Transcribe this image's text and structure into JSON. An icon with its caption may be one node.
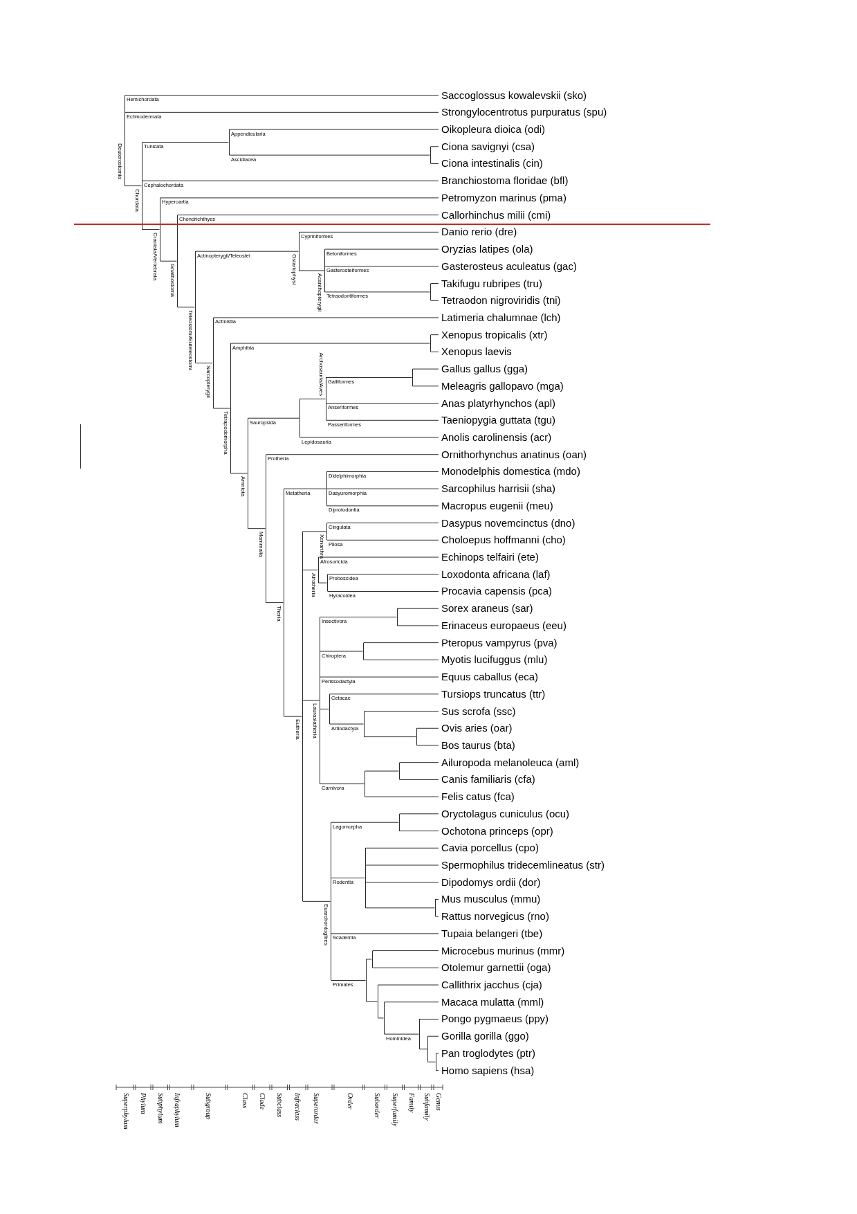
{
  "diagram": {
    "nodes": [
      {
        "text": [
          "Saccoglossus kowalevskii (sko)"
        ]
      },
      {
        "text": [
          "Strongylocentrotus purpuratus (spu)"
        ]
      },
      {
        "text": [
          "Oikopleura dioica (odi)"
        ]
      },
      {
        "text": [
          "Ciona savignyi (csa)"
        ]
      },
      {
        "text": [
          "Ciona intestinalis (cin)"
        ]
      },
      {
        "text": [
          "Branchiostoma floridae (bfl)"
        ]
      },
      {
        "text": [
          "Petromyzon marinus (pma)"
        ]
      },
      {
        "text": [
          "Callorhinchus milii (cmi)"
        ]
      },
      {
        "text": [
          "Danio rerio (dre)"
        ]
      },
      {
        "text": [
          "Oryzias latipes (ola)"
        ]
      },
      {
        "text": [
          "Gasterosteus aculeatus (gac)"
        ]
      },
      {
        "text": [
          "Takifugu rubripes (tru)"
        ]
      },
      {
        "text": [
          "Tetraodon nigroviridis (tni)"
        ]
      },
      {
        "text": [
          "Latimeria chalumnae (lch)"
        ]
      },
      {
        "text": [
          "Xenopus tropicalis (xtr)"
        ]
      },
      {
        "text": [
          "Xenopus laevis"
        ]
      },
      {
        "text": [
          "Gallus gallus (gga)"
        ]
      },
      {
        "text": [
          "Meleagris gallopavo (mga)"
        ]
      },
      {
        "text": [
          "Anas platyrhynchos (apl)"
        ]
      },
      {
        "text": [
          "Taeniopygia guttata (tgu)"
        ]
      },
      {
        "text": [
          "Anolis carolinensis (acr)"
        ]
      },
      {
        "text": [
          "Ornithorhynchus anatinus (oan)"
        ]
      },
      {
        "text": [
          "Monodelphis domestica (mdo)"
        ]
      },
      {
        "text": [
          "Sarcophilus harrisii (sha)"
        ]
      },
      {
        "text": [
          "Macropus eugenii (meu)"
        ]
      },
      {
        "text": [
          "Dasypus novemcinctus (dno)"
        ]
      },
      {
        "text": [
          "Choloepus hoffmanni (cho)"
        ]
      },
      {
        "text": [
          "Echinops telfairi (ete)"
        ]
      },
      {
        "text": [
          "Loxodonta africana (laf)"
        ]
      },
      {
        "text": [
          "Procavia capensis (pca)"
        ]
      },
      {
        "text": [
          "Sorex araneus (sar)"
        ]
      },
      {
        "text": [
          "Erinaceus europaeus (eeu)"
        ]
      },
      {
        "text": [
          "Pteropus vampyrus (pva)"
        ]
      },
      {
        "text": [
          "Myotis lucifuggus (mlu)"
        ]
      },
      {
        "text": [
          "Equus caballus (eca)"
        ]
      },
      {
        "text": [
          "Tursiops truncatus (ttr)"
        ]
      },
      {
        "text": [
          "Sus scrofa (ssc)"
        ]
      },
      {
        "text": [
          "Ovis aries (oar)"
        ]
      },
      {
        "text": [
          "Bos taurus (bta)"
        ]
      },
      {
        "text": [
          "Ailuropoda melanoleuca (aml)"
        ]
      },
      {
        "text": [
          "Canis familiaris (cfa)"
        ]
      },
      {
        "text": [
          "Felis catus (fca)"
        ]
      },
      {
        "text": [
          "Oryctolagus cuniculus (ocu)"
        ]
      },
      {
        "text": [
          "Ochotona princeps (opr)"
        ]
      },
      {
        "text": [
          "Cavia porcellus (cpo)"
        ]
      },
      {
        "text": [
          "Spermophilus tridecemlineatus (str)"
        ]
      },
      {
        "text": [
          "Dipodomys ordii (dor)"
        ]
      },
      {
        "text": [
          "Mus musculus (mmu)"
        ]
      },
      {
        "text": [
          "Rattus norvegicus (rno)"
        ]
      },
      {
        "text": [
          "Tupaia belangeri (tbe)"
        ]
      },
      {
        "text": [
          "Microcebus murinus (mmr)"
        ]
      },
      {
        "text": [
          "Otolemur garnettii (oga)"
        ]
      },
      {
        "text": [
          "Callithrix jacchus (cja)"
        ]
      },
      {
        "text": [
          "Macaca mulatta (mml)"
        ]
      },
      {
        "text": [
          "Pongo pygmaeus (ppy)"
        ]
      },
      {
        "text": [
          "Gorilla gorilla (ggo)"
        ]
      },
      {
        "text": [
          "Pan troglodytes (ptr)"
        ]
      },
      {
        "text": [
          "Homo sapiens (hsa)"
        ]
      },
      {
        "text": [],
        "shape": "bar",
        "beside": [
          "Deuterostomia"
        ]
      },
      {
        "text": [],
        "shape": "bar",
        "beside": [
          "Chordata"
        ]
      },
      {
        "text": [],
        "shape": "bar"
      },
      {
        "text": [],
        "shape": "bar",
        "beside": [
          "Craniata/Vertebrata"
        ]
      },
      {
        "text": [],
        "shape": "bar"
      },
      {
        "text": [],
        "shape": "bar",
        "beside": [
          "Gnathostoma"
        ]
      },
      {
        "text": [],
        "shape": "bar",
        "beside": [
          "Teleostomi/Euteleostomi"
        ]
      },
      {
        "text": [],
        "shape": "bar",
        "beside": [
          "Ostariophysi"
        ]
      },
      {
        "text": [],
        "shape": "bar",
        "beside": [
          "Sarcopterygii"
        ]
      },
      {
        "text": [],
        "shape": "bar",
        "beside": [
          "Acanthopterygii"
        ]
      },
      {
        "text": [],
        "shape": "bar"
      },
      {
        "text": [],
        "shape": "bar",
        "beside": [
          "Tetrapodomorpha"
        ]
      },
      {
        "text": [],
        "shape": "bar"
      },
      {
        "text": [],
        "shape": "bar",
        "beside": [
          "Amniota"
        ]
      },
      {
        "text": [],
        "shape": "bar"
      },
      {
        "text": [],
        "shape": "bar",
        "beside": [
          "Mammalia"
        ]
      },
      {
        "text": [],
        "shape": "bar",
        "beside": [
          "Archosauria/Aves"
        ]
      },
      {
        "text": [],
        "shape": "bar"
      },
      {
        "text": [],
        "shape": "bar",
        "beside": [
          "Theria"
        ]
      },
      {
        "text": [],
        "shape": "bar"
      },
      {
        "text": [],
        "shape": "bar",
        "beside": [
          "Eutheria"
        ]
      },
      {
        "text": [],
        "shape": "bar",
        "beside": [
          "Xenarthra"
        ]
      },
      {
        "text": [],
        "shape": "bar",
        "beside": [
          "Afrotheria"
        ]
      },
      {
        "text": [],
        "shape": "bar",
        "beside": [
          "Laurasiatheria"
        ]
      },
      {
        "text": [],
        "shape": "bar",
        "beside": [
          "Euarchontoglires"
        ]
      },
      {
        "text": [],
        "shape": "bar"
      },
      {
        "text": [],
        "shape": "bar"
      },
      {
        "text": [],
        "shape": "bar"
      },
      {
        "text": [],
        "shape": "bar"
      },
      {
        "text": [],
        "shape": "bar"
      },
      {
        "text": [],
        "shape": "bar"
      },
      {
        "text": [],
        "shape": "bar"
      },
      {
        "text": [],
        "shape": "bar"
      },
      {
        "text": [],
        "shape": "bar"
      },
      {
        "text": [],
        "shape": "bar"
      },
      {
        "text": [],
        "shape": "bar"
      },
      {
        "text": [],
        "shape": "bar"
      },
      {
        "text": [],
        "shape": "bar"
      },
      {
        "text": [],
        "shape": "bar"
      },
      {
        "text": [],
        "shape": "bar"
      },
      {
        "text": [],
        "shape": "bar"
      },
      {
        "text": [],
        "shape": "bar"
      },
      {
        "text": [],
        "shape": "bar"
      }
    ],
    "edges": [
      {
        "from": 58,
        "to": 0,
        "arrow": "none",
        "label": "Hemichordata"
      },
      {
        "from": 58,
        "to": 1,
        "arrow": "none",
        "label": "Echinodermata"
      },
      {
        "from": 58,
        "to": 59,
        "arrow": "none"
      },
      {
        "from": 59,
        "to": 60,
        "arrow": "none",
        "label": "Tunicata"
      },
      {
        "from": 59,
        "to": 5,
        "arrow": "none",
        "label": "Cephalochordata"
      },
      {
        "from": 59,
        "to": 61,
        "arrow": "none"
      },
      {
        "from": 60,
        "to": 2,
        "arrow": "none",
        "label": "Appendicularia"
      },
      {
        "from": 60,
        "to": 62,
        "arrow": "none",
        "label": "Ascidiacea"
      },
      {
        "from": 61,
        "to": 6,
        "arrow": "none",
        "label": "Hyperoartia"
      },
      {
        "from": 61,
        "to": 63,
        "arrow": "none"
      },
      {
        "from": 62,
        "to": 3,
        "arrow": "none"
      },
      {
        "from": 62,
        "to": 4,
        "arrow": "none"
      },
      {
        "from": 63,
        "to": 7,
        "arrow": "none",
        "label": "Chondrichthyes"
      },
      {
        "from": 63,
        "to": 64,
        "arrow": "none"
      },
      {
        "from": 64,
        "to": 65,
        "arrow": "none",
        "label": "Actinopterygii/Teleostei"
      },
      {
        "from": 64,
        "to": 66,
        "arrow": "none"
      },
      {
        "from": 65,
        "to": 8,
        "arrow": "none",
        "label": "Cypriniformes"
      },
      {
        "from": 65,
        "to": 67,
        "arrow": "none"
      },
      {
        "from": 66,
        "to": 13,
        "arrow": "none",
        "label": "Actinistia"
      },
      {
        "from": 66,
        "to": 69,
        "arrow": "none"
      },
      {
        "from": 67,
        "to": 9,
        "arrow": "none",
        "label": "Beloniformes"
      },
      {
        "from": 67,
        "to": 10,
        "arrow": "none",
        "label": "Gasterosteiformes"
      },
      {
        "from": 67,
        "to": 68,
        "arrow": "none",
        "label": "Tetraodontiformes"
      },
      {
        "from": 68,
        "to": 11,
        "arrow": "none"
      },
      {
        "from": 68,
        "to": 12,
        "arrow": "none"
      },
      {
        "from": 69,
        "to": 70,
        "arrow": "none",
        "label": "Amphibia"
      },
      {
        "from": 69,
        "to": 71,
        "arrow": "none"
      },
      {
        "from": 70,
        "to": 14,
        "arrow": "none"
      },
      {
        "from": 70,
        "to": 15,
        "arrow": "none"
      },
      {
        "from": 71,
        "to": 72,
        "arrow": "none",
        "label": "Sauropsida"
      },
      {
        "from": 71,
        "to": 73,
        "arrow": "none"
      },
      {
        "from": 72,
        "to": 74,
        "arrow": "none"
      },
      {
        "from": 72,
        "to": 20,
        "arrow": "none",
        "label": "Lepidosauria"
      },
      {
        "from": 73,
        "to": 21,
        "arrow": "none",
        "label": "Protheria"
      },
      {
        "from": 73,
        "to": 76,
        "arrow": "none"
      },
      {
        "from": 74,
        "to": 75,
        "arrow": "none",
        "label": "Galliformes"
      },
      {
        "from": 74,
        "to": 18,
        "arrow": "none",
        "label": "Anseriformes"
      },
      {
        "from": 74,
        "to": 19,
        "arrow": "none",
        "label": "Passeriformes"
      },
      {
        "from": 75,
        "to": 16,
        "arrow": "none"
      },
      {
        "from": 75,
        "to": 17,
        "arrow": "none"
      },
      {
        "from": 76,
        "to": 77,
        "arrow": "none",
        "label": "Metatheria"
      },
      {
        "from": 76,
        "to": 78,
        "arrow": "none"
      },
      {
        "from": 77,
        "to": 22,
        "arrow": "none",
        "label": "Didelphimorphia"
      },
      {
        "from": 77,
        "to": 23,
        "arrow": "none",
        "label": "Dasyuromorphia"
      },
      {
        "from": 77,
        "to": 24,
        "arrow": "none",
        "label": "Diprotodontia"
      },
      {
        "from": 78,
        "to": 79,
        "arrow": "none"
      },
      {
        "from": 78,
        "to": 80,
        "arrow": "none"
      },
      {
        "from": 78,
        "to": 81,
        "arrow": "none"
      },
      {
        "from": 78,
        "to": 82,
        "arrow": "none"
      },
      {
        "from": 79,
        "to": 25,
        "arrow": "none",
        "label": "Cingulata"
      },
      {
        "from": 79,
        "to": 26,
        "arrow": "none",
        "label": "Pilosa"
      },
      {
        "from": 80,
        "to": 27,
        "arrow": "none",
        "label": "Afrosoricida"
      },
      {
        "from": 80,
        "to": 83,
        "arrow": "none"
      },
      {
        "from": 81,
        "to": 84,
        "arrow": "none",
        "label": "Insectivora"
      },
      {
        "from": 81,
        "to": 85,
        "arrow": "none",
        "label": "Chiroptera"
      },
      {
        "from": 81,
        "to": 34,
        "arrow": "none",
        "label": "Perissodactyla"
      },
      {
        "from": 81,
        "to": 86,
        "arrow": "none"
      },
      {
        "from": 81,
        "to": 87,
        "arrow": "none",
        "label": "Carnivora"
      },
      {
        "from": 82,
        "to": 91,
        "arrow": "none",
        "label": "Lagomorpha"
      },
      {
        "from": 82,
        "to": 92,
        "arrow": "none",
        "label": "Rodentia"
      },
      {
        "from": 82,
        "to": 49,
        "arrow": "none",
        "label": "Scadentia"
      },
      {
        "from": 82,
        "to": 93,
        "arrow": "none",
        "label": "Primates"
      },
      {
        "from": 83,
        "to": 28,
        "arrow": "none",
        "label": "Proboscidea"
      },
      {
        "from": 83,
        "to": 29,
        "arrow": "none",
        "label": "Hyracoidea"
      },
      {
        "from": 84,
        "to": 30,
        "arrow": "none"
      },
      {
        "from": 84,
        "to": 31,
        "arrow": "none"
      },
      {
        "from": 85,
        "to": 32,
        "arrow": "none"
      },
      {
        "from": 85,
        "to": 33,
        "arrow": "none"
      },
      {
        "from": 86,
        "to": 35,
        "arrow": "none",
        "label": "Cetacae"
      },
      {
        "from": 86,
        "to": 88,
        "arrow": "none",
        "label": "Artiodactyla"
      },
      {
        "from": 87,
        "to": 90,
        "arrow": "none"
      },
      {
        "from": 87,
        "to": 41,
        "arrow": "none"
      },
      {
        "from": 88,
        "to": 36,
        "arrow": "none"
      },
      {
        "from": 88,
        "to": 89,
        "arrow": "none"
      },
      {
        "from": 89,
        "to": 37,
        "arrow": "none"
      },
      {
        "from": 89,
        "to": 38,
        "arrow": "none"
      },
      {
        "from": 90,
        "to": 39,
        "arrow": "none"
      },
      {
        "from": 90,
        "to": 40,
        "arrow": "none"
      },
      {
        "from": 91,
        "to": 42,
        "arrow": "none"
      },
      {
        "from": 91,
        "to": 43,
        "arrow": "none"
      },
      {
        "from": 92,
        "to": 44,
        "arrow": "none"
      },
      {
        "from": 92,
        "to": 45,
        "arrow": "none"
      },
      {
        "from": 92,
        "to": 46,
        "arrow": "none"
      },
      {
        "from": 92,
        "to": 94,
        "arrow": "none"
      },
      {
        "from": 93,
        "to": 95,
        "arrow": "none"
      },
      {
        "from": 93,
        "to": 96,
        "arrow": "none"
      },
      {
        "from": 94,
        "to": 47,
        "arrow": "none"
      },
      {
        "from": 94,
        "to": 48,
        "arrow": "none"
      },
      {
        "from": 95,
        "to": 50,
        "arrow": "none"
      },
      {
        "from": 95,
        "to": 51,
        "arrow": "none"
      },
      {
        "from": 96,
        "to": 52,
        "arrow": "none"
      },
      {
        "from": 96,
        "to": 97,
        "arrow": "none"
      },
      {
        "from": 97,
        "to": 53,
        "arrow": "none"
      },
      {
        "from": 97,
        "to": 98,
        "arrow": "none",
        "label": "Hominidea"
      },
      {
        "from": 98,
        "to": 54,
        "arrow": "none"
      },
      {
        "from": 98,
        "to": 99,
        "arrow": "none"
      },
      {
        "from": 99,
        "to": 55,
        "arrow": "none"
      },
      {
        "from": 99,
        "to": 100,
        "arrow": "none"
      },
      {
        "from": 100,
        "to": 56,
        "arrow": "none"
      },
      {
        "from": 100,
        "to": 57,
        "arrow": "none"
      }
    ],
    "labels": [
      "Superphylum",
      "Phylum",
      "Subphylum",
      "Infraphylum",
      "Subgroup",
      "Class",
      "Clade",
      "Subclass",
      "Infraclass",
      "Superorder",
      "Order",
      "Suborder",
      "Superfamily",
      "Family",
      "Subfamily",
      "Genus"
    ]
  }
}
